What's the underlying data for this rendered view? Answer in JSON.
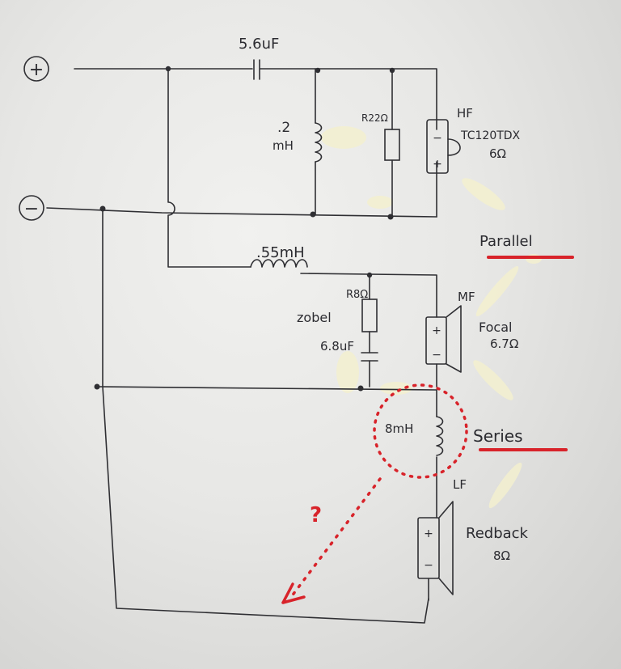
{
  "terminals": {
    "positive": "+",
    "negative": "−"
  },
  "hf_section": {
    "capacitor": "5.6uF",
    "inductor_value": ".2",
    "inductor_unit": "mH",
    "resistor": "R22Ω",
    "driver_tag": "HF",
    "driver_model": "TC120TDX",
    "driver_impedance": "6Ω"
  },
  "mf_section": {
    "inductor": ".55mH",
    "zobel_resistor": "R8Ω",
    "zobel_label": "zobel",
    "zobel_cap": "6.8uF",
    "driver_tag": "MF",
    "driver_name": "Focal",
    "driver_impedance": "6.7Ω"
  },
  "lf_section": {
    "inductor": "8mH",
    "driver_tag": "LF",
    "driver_name": "Redback",
    "driver_impedance": "8Ω"
  },
  "annotations": {
    "parallel": "Parallel",
    "series": "Series",
    "question": "?"
  },
  "speaker_polarity": {
    "plus": "+",
    "minus": "−"
  },
  "colors": {
    "ink": "#2f2f33",
    "red": "#d8232a",
    "glue": "#f3f0cf",
    "paper": "#ececea"
  }
}
